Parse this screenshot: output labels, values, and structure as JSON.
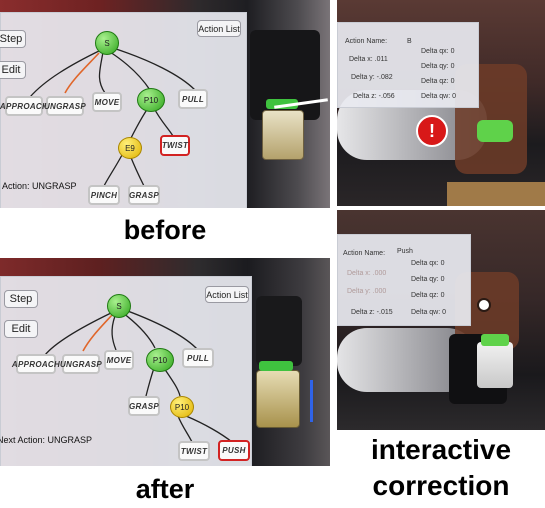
{
  "captions": {
    "before": "before",
    "after": "after",
    "interactive": "interactive",
    "correction": "correction"
  },
  "before_panel": {
    "step_label": "Step",
    "edit_label": "Edit",
    "action_list_label": "Action List",
    "nodes": {
      "root": "S",
      "p10": "P10",
      "e9": "E9"
    },
    "actions": {
      "approach": "APPROACH",
      "ungrasp": "UNGRASP",
      "move": "MOVE",
      "pull": "PULL",
      "twist": "TWIST",
      "pinch": "PINCH",
      "grasp": "GRASP"
    },
    "status_text": "Action: UNGRASP"
  },
  "after_panel": {
    "step_label": "Step",
    "edit_label": "Edit",
    "action_list_label": "Action List",
    "nodes": {
      "root": "S",
      "p10": "P10",
      "p10b": "P10"
    },
    "actions": {
      "approach": "APPROACH",
      "ungrasp": "UNGRASP",
      "move": "MOVE",
      "pull": "PULL",
      "grasp": "GRASP",
      "twist": "TWIST",
      "push": "PUSH"
    },
    "status_text": "Next Action: UNGRASP"
  },
  "correction_top": {
    "action_name_label": "Action Name:",
    "action_name_value": "B",
    "fields": {
      "dx": "Delta x: .011",
      "dy": "Delta y: -.082",
      "dz": "Delta z: -.056",
      "qx": "Delta qx: 0",
      "qy": "Delta qy: 0",
      "qz": "Delta qz: 0",
      "qw": "Delta qw: 0"
    },
    "alert_glyph": "!"
  },
  "correction_bottom": {
    "action_name_label": "Action Name:",
    "action_name_value": "Push",
    "fields": {
      "dx": "Delta x: .000",
      "dy": "Delta y: .000",
      "dz": "Delta z: -.015",
      "qx": "Delta qx: 0",
      "qy": "Delta qy: 0",
      "qz": "Delta qz: 0",
      "qw": "Delta qw: 0"
    }
  },
  "colors": {
    "node_green": "#2fa51c",
    "node_yellow": "#e0b200",
    "highlight_red": "#d22222",
    "edge_orange": "#e0662a",
    "alert_red": "#d81818"
  }
}
